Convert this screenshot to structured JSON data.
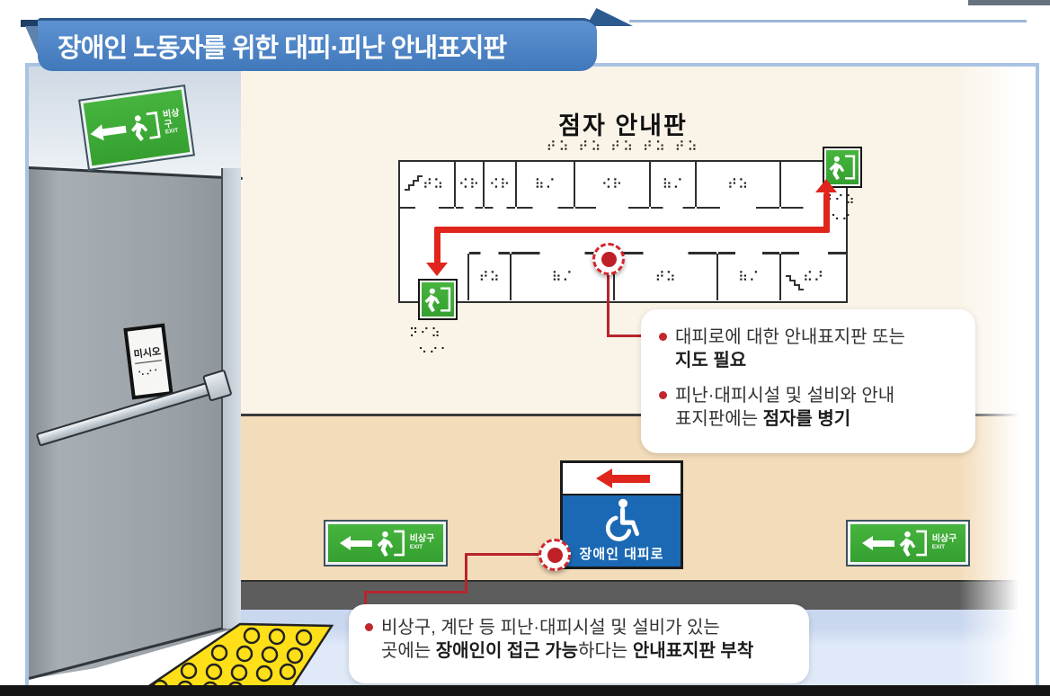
{
  "banner": {
    "title": "장애인 노동자를 위한 대피·피난 안내표지판"
  },
  "plan": {
    "title": "점자 안내판",
    "header_braille": "⠞⠵ ⠞⠵ ⠞⠵ ⠞⠵ ⠞⠵",
    "top_rooms": [
      {
        "braille": "⠞⠵"
      },
      {
        "braille": "⠪⠗"
      },
      {
        "braille": "⠪⠗"
      },
      {
        "braille": "⠷⠌"
      },
      {
        "braille": "⠪⠗"
      },
      {
        "braille": "⠷⠌"
      },
      {
        "braille": "⠞⠵"
      },
      {
        "braille": ""
      }
    ],
    "bottom_rooms": [
      {
        "braille": ""
      },
      {
        "braille": "⠞⠵"
      },
      {
        "braille": "⠷⠌"
      },
      {
        "braille": "⠞⠵"
      },
      {
        "braille": "⠷⠌"
      },
      {
        "braille": "⠞⠵"
      },
      {
        "braille": "⠮⠜"
      }
    ],
    "exit_top_right_braille_1": "⠝⠊⠵",
    "exit_top_right_braille_2": "⠢⠔",
    "exit_bottom_left_braille_1": "⠝⠊⠵",
    "exit_bottom_left_braille_2": "⠢⠔⠂"
  },
  "callout_signage": {
    "item1_line1": "대피로에 대한 안내표지판 또는",
    "item1_bold": "지도 필요",
    "item2_line1": "피난·대피시설 및 설비와 안내",
    "item2_line2_pre": "표지판에는 ",
    "item2_bold": "점자를 병기"
  },
  "callout_access": {
    "line1": "비상구, 계단 등 피난·대피시설 및 설비가 있는",
    "line2_pre": "곳에는 ",
    "line2_bold1": "장애인이 접근 가능",
    "line2_mid": "하다는 ",
    "line2_bold2": "안내표지판 부착"
  },
  "exit_sign": {
    "ko": "비상구",
    "en": "EXIT"
  },
  "accessible_sign": {
    "label": "장애인 대피로"
  },
  "door_sign": {
    "label": "미시오",
    "braille": "⠢⠔⠂"
  },
  "colors": {
    "banner_blue": "#4078ba",
    "sign_green": "#3aa834",
    "sign_blue": "#1b69b4",
    "accent_red": "#e0251c",
    "wall_cream": "#faf4e8",
    "wall_tan": "#f3dcba",
    "paving_yellow": "#ffdf17"
  }
}
